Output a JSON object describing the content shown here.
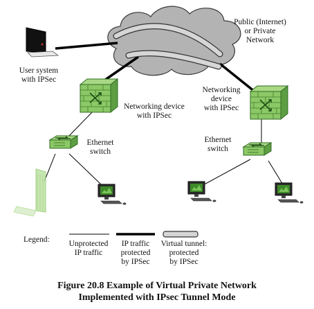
{
  "labels": {
    "cloud": [
      "Public (Internet)",
      "or Private",
      "Network"
    ],
    "user_system": [
      "User system",
      "with IPSec"
    ],
    "netdev_left": [
      "Networking device",
      "with IPSec"
    ],
    "netdev_right": [
      "Networking",
      "device",
      "with IPSec"
    ],
    "switch_left": [
      "Ethernet",
      "switch"
    ],
    "switch_right": [
      "Ethernet",
      "switch"
    ]
  },
  "legend": {
    "title": "Legend:",
    "items": [
      {
        "lines": [
          "Unprotected",
          "IP traffic"
        ]
      },
      {
        "lines": [
          "IP traffic",
          "protected",
          "by IPSec"
        ]
      },
      {
        "lines": [
          "Virtual tunnel:",
          "protected",
          "by IPSec"
        ]
      }
    ]
  },
  "caption": [
    "Figure 20.8  Example of Virtual Private Network",
    "Implemented with IPsec Tunnel Mode"
  ],
  "colors": {
    "cloud_fill": "#b3b3b3",
    "cloud_stroke": "#3a3a3a",
    "device_green": "#7fbf56",
    "device_dark": "#3f7d2c",
    "tunnel_fill": "#d6d6d6",
    "screen_green": "#3d8a2a"
  }
}
